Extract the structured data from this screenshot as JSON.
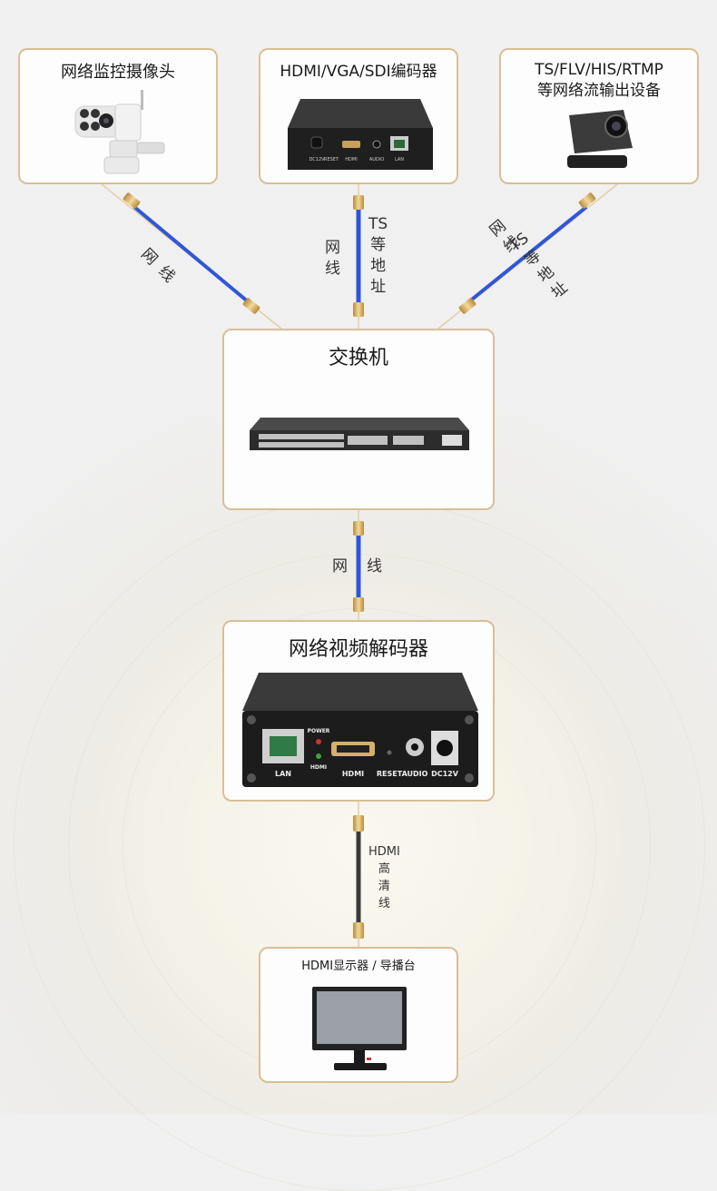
{
  "nodes": {
    "camera": {
      "title": "网络监控摄像头"
    },
    "encoder": {
      "title": "HDMI/VGA/SDI编码器",
      "ports": [
        "DC12V",
        "RESET",
        "HDMI",
        "AUDIO",
        "LAN"
      ]
    },
    "streamer": {
      "title_line1": "TS/FLV/HIS/RTMP",
      "title_line2": "等网络流输出设备"
    },
    "switch": {
      "title": "交换机"
    },
    "decoder": {
      "title": "网络视频解码器",
      "ports": [
        "LAN",
        "POWER",
        "HDMI",
        "HDMI",
        "RESET",
        "AUDIO",
        "DC12V"
      ]
    },
    "display": {
      "title": "HDMI显示器 / 导播台"
    }
  },
  "links": {
    "camera_switch": {
      "label": "网线"
    },
    "encoder_switch": {
      "label_left": "网\n线",
      "label_right": "TS\n等\n地\n址"
    },
    "streamer_switch": {
      "label_left": "网\n线",
      "label_right": "TS\n等\n地\n址"
    },
    "switch_decoder": {
      "label_a": "网",
      "label_b": "线"
    },
    "decoder_display": {
      "label": "HDMI\n高\n清\n线"
    }
  },
  "colors": {
    "border": "#d9bf95",
    "cable_blue": "#2f56d8",
    "cable_gold": "#e6c98d"
  }
}
